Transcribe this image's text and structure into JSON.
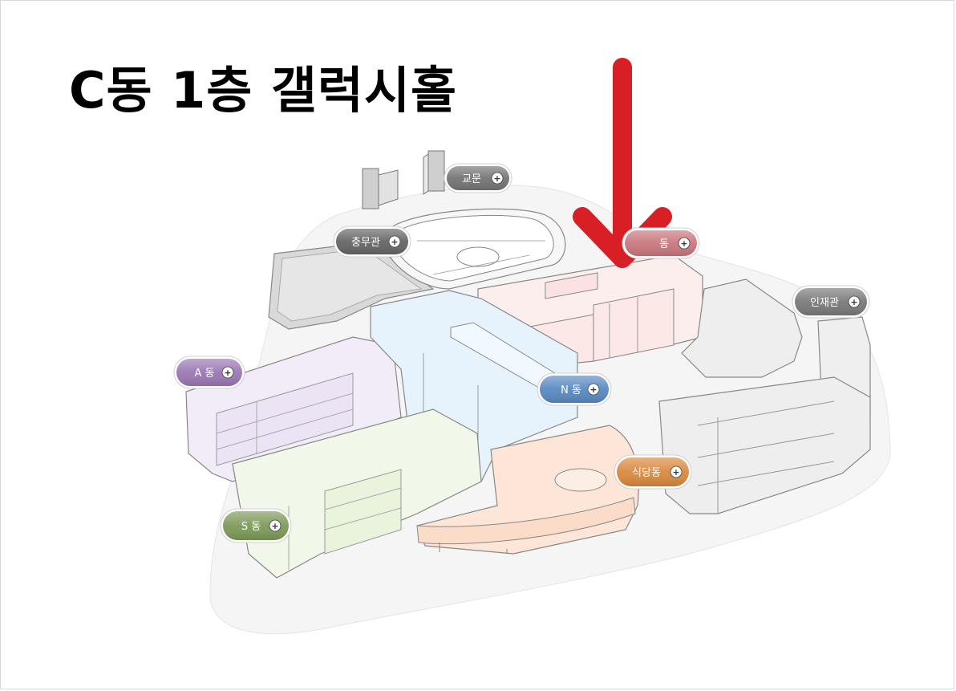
{
  "title": "C동 1층 갤럭시홀",
  "colors": {
    "arrow": "#d81f26",
    "a_building": "#f1ecf8",
    "s_building": "#f2f8e9",
    "n_building": "#e6f3fc",
    "c_building": "#fdeeee",
    "dining_building": "#fde6d8",
    "gray_building": "#eeeeee"
  },
  "buildings": [
    {
      "key": "gate",
      "label": "교문",
      "icon": "plus-circle-icon",
      "color": "#757575"
    },
    {
      "key": "chungmu",
      "label": "충무관",
      "icon": "plus-circle-icon",
      "color": "#666666"
    },
    {
      "key": "c_dong",
      "label": "동",
      "icon": "plus-circle-icon",
      "color": "#c9777d"
    },
    {
      "key": "injae",
      "label": "인재관",
      "icon": "plus-circle-icon",
      "color": "#7a7a7a"
    },
    {
      "key": "a_dong",
      "label": "A 동",
      "icon": "plus-circle-icon",
      "color": "#9b78b3"
    },
    {
      "key": "n_dong",
      "label": "N 동",
      "icon": "plus-circle-icon",
      "color": "#5a8ac2"
    },
    {
      "key": "dining",
      "label": "식당동",
      "icon": "plus-circle-icon",
      "color": "#d98a3f"
    },
    {
      "key": "s_dong",
      "label": "S 동",
      "icon": "plus-circle-icon",
      "color": "#7e9a5a"
    }
  ]
}
